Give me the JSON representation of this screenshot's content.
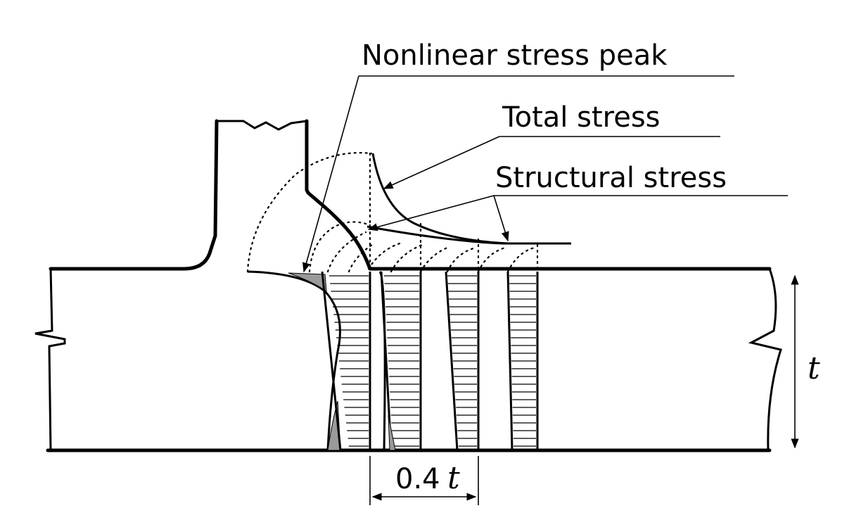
{
  "labels": {
    "nonlinear_peak": "Nonlinear stress peak",
    "total_stress": "Total stress",
    "structural_stress": "Structural stress",
    "thickness": "t",
    "spacing_number": "0.4",
    "spacing_symbol": "t"
  },
  "colors": {
    "ink": "#000000",
    "shade": "#9a9a9a",
    "background": "#ffffff"
  },
  "icons": {
    "arrowhead": "filled-triangle-arrow"
  }
}
